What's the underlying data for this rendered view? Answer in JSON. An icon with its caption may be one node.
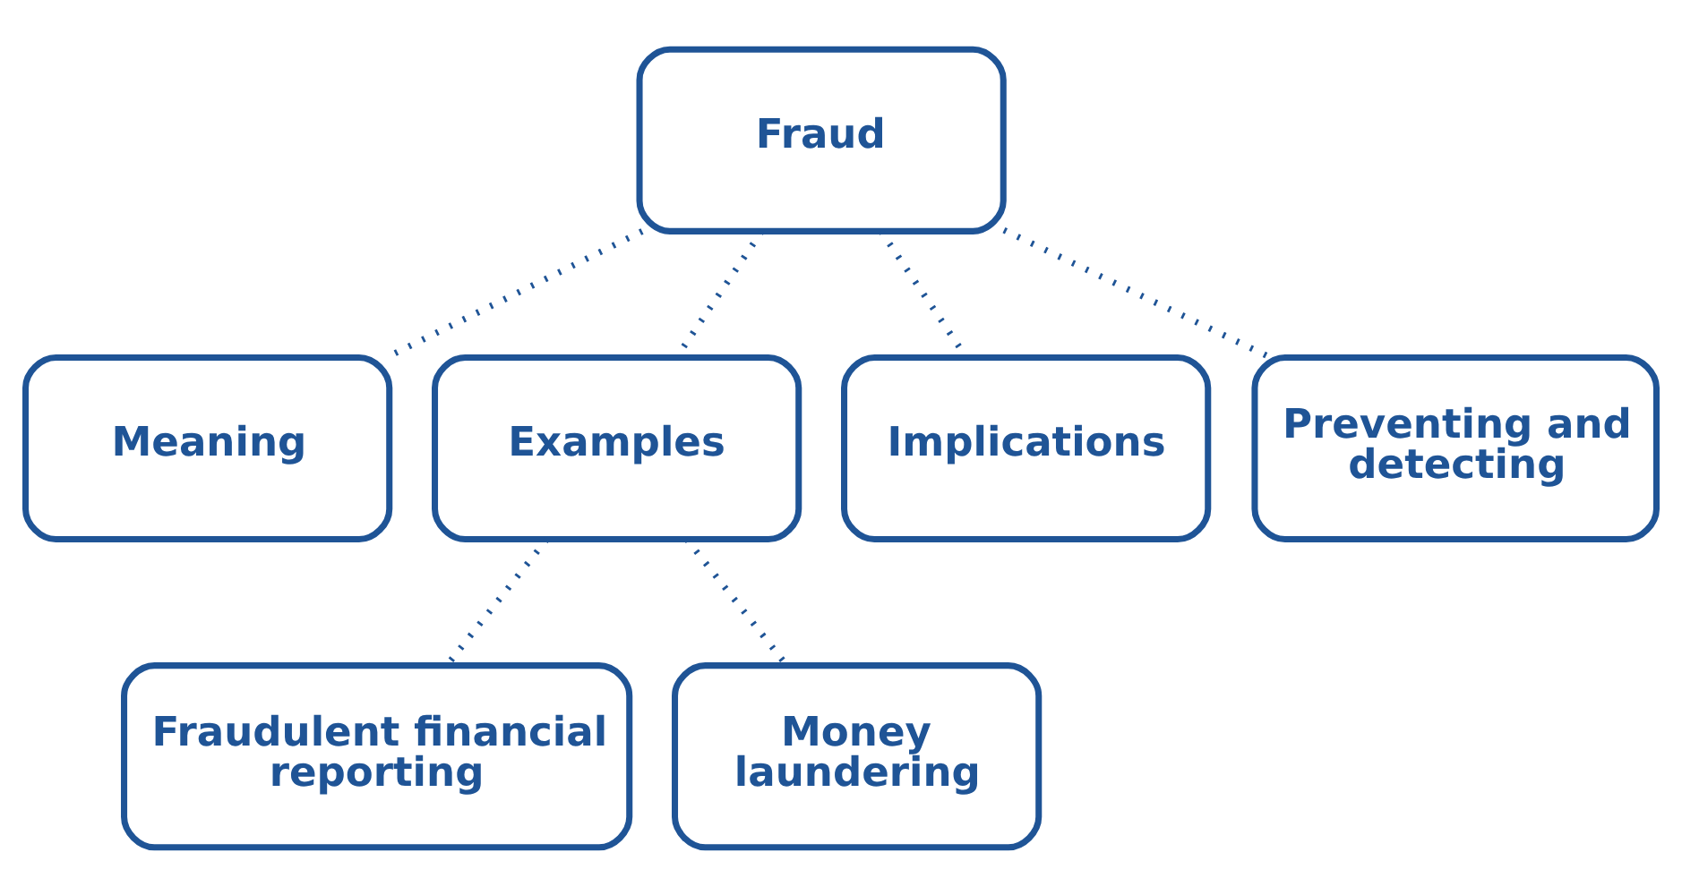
{
  "diagram": {
    "nodes": [
      {
        "text": [
          "Fraud"
        ]
      },
      {
        "text": [
          "Meaning"
        ]
      },
      {
        "text": [
          "Examples"
        ]
      },
      {
        "text": [
          "Implications"
        ]
      },
      {
        "text": [
          "Preventing and detecting"
        ]
      },
      {
        "text": [
          "Fraudulent financial reporting"
        ]
      },
      {
        "text": [
          "Money laundering"
        ]
      }
    ],
    "edges": [
      {
        "from": 0,
        "to": 1,
        "arrow": "none"
      },
      {
        "from": 0,
        "to": 2,
        "arrow": "none"
      },
      {
        "from": 0,
        "to": 3,
        "arrow": "none"
      },
      {
        "from": 0,
        "to": 4,
        "arrow": "none"
      },
      {
        "from": 2,
        "to": 5,
        "arrow": "none"
      },
      {
        "from": 2,
        "to": 6,
        "arrow": "none"
      }
    ]
  }
}
